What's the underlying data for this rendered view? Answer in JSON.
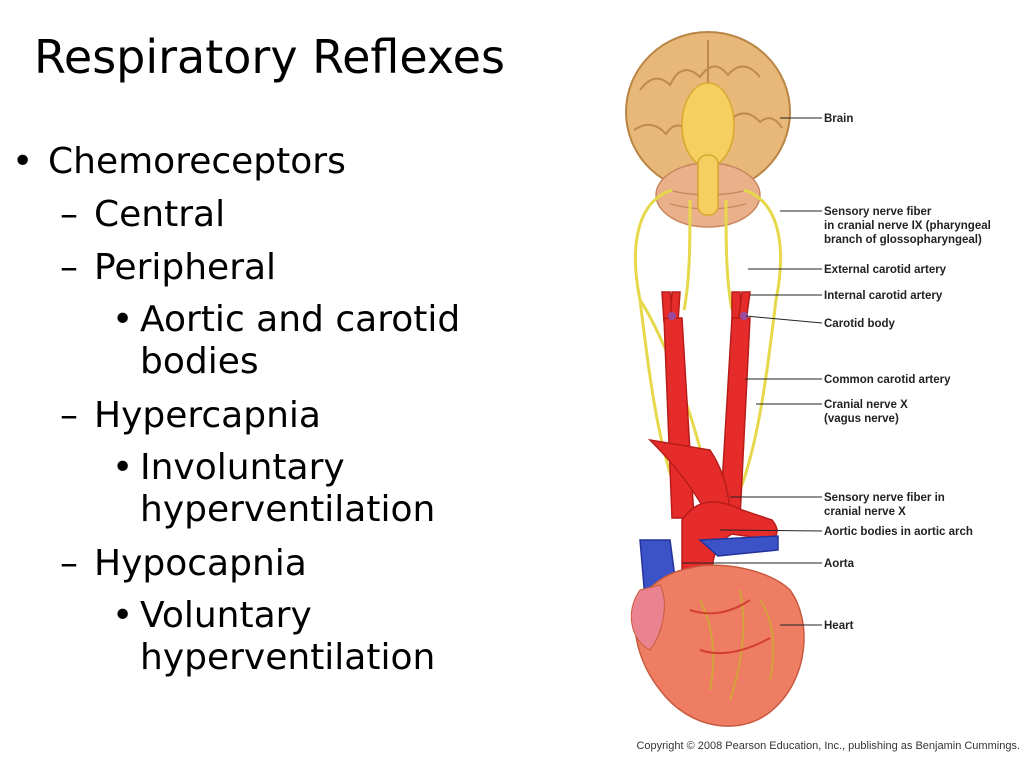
{
  "slide": {
    "title": "Respiratory Reflexes",
    "bullets": {
      "chemoreceptors": "Chemoreceptors",
      "central": "Central",
      "peripheral": "Peripheral",
      "aortic_line1": "Aortic and carotid",
      "aortic_line2": "bodies",
      "hypercapnia": "Hypercapnia",
      "involuntary_line1": "Involuntary",
      "involuntary_line2": "hyperventilation",
      "hypocapnia": "Hypocapnia",
      "voluntary_line1": "Voluntary",
      "voluntary_line2": "hyperventilation"
    },
    "markers": {
      "bullet": "•",
      "dash": "–"
    }
  },
  "figure": {
    "labels": {
      "brain": "Brain",
      "sensory_ix_1": "Sensory nerve fiber",
      "sensory_ix_2": "in cranial nerve IX (pharyngeal",
      "sensory_ix_3": "branch of glossopharyngeal)",
      "external_carotid": "External carotid artery",
      "internal_carotid": "Internal carotid artery",
      "carotid_body": "Carotid body",
      "common_carotid": "Common carotid artery",
      "cranial_x_1": "Cranial nerve X",
      "cranial_x_2": "(vagus nerve)",
      "sensory_x_1": "Sensory nerve fiber in",
      "sensory_x_2": "cranial nerve X",
      "aortic_bodies": "Aortic bodies in aortic arch",
      "aorta": "Aorta",
      "heart": "Heart"
    },
    "copyright": "Copyright © 2008 Pearson Education, Inc., publishing as Benjamin Cummings."
  }
}
